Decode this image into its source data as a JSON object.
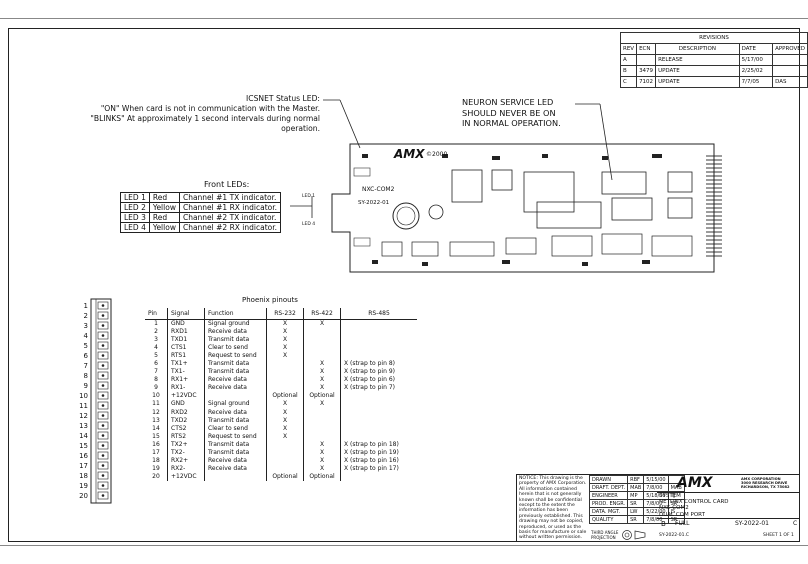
{
  "revisions": {
    "title": "REVISIONS",
    "headers": [
      "REV",
      "ECN",
      "DESCRIPTION",
      "DATE",
      "APPROVED"
    ],
    "rows": [
      [
        "A",
        "",
        "RELEASE",
        "5/17/00",
        ""
      ],
      [
        "B",
        "3479",
        "UPDATE",
        "2/25/02",
        ""
      ],
      [
        "C",
        "7102",
        "UPDATE",
        "7/7/05",
        "DAS"
      ]
    ]
  },
  "icsnet_note": {
    "title": "ICSNET Status LED:",
    "line1": "\"ON\" When card is not in communication with the Master.",
    "line2": "\"BLINKS\" At approximately 1 second intervals during normal operation."
  },
  "neuron_note": {
    "line1": "NEURON SERVICE LED",
    "line2": "SHOULD NEVER BE ON",
    "line3": "IN NORMAL OPERATION."
  },
  "front_leds": {
    "title": "Front LEDs:",
    "rows": [
      [
        "LED 1",
        "Red",
        "Channel #1 TX indicator."
      ],
      [
        "LED 2",
        "Yellow",
        "Channel #1 RX indicator."
      ],
      [
        "LED 3",
        "Red",
        "Channel #2 TX indicator."
      ],
      [
        "LED 4",
        "Yellow",
        "Channel #2 RX indicator."
      ]
    ]
  },
  "board": {
    "logo": "AMX",
    "copyright": "©2000",
    "label_nxc": "NXC-COM2",
    "label_sy": "SY-2022-01",
    "led1": "LED 1",
    "led4": "LED 4"
  },
  "connector": {
    "numbers": [
      "1",
      "2",
      "3",
      "4",
      "5",
      "6",
      "7",
      "8",
      "9",
      "10",
      "11",
      "12",
      "13",
      "14",
      "15",
      "16",
      "17",
      "18",
      "19",
      "20"
    ]
  },
  "phoenix": {
    "title": "Phoenix pinouts",
    "headers": [
      "Pin",
      "Signal",
      "Function",
      "RS-232",
      "RS-422",
      "RS-485"
    ],
    "rows": [
      [
        "1",
        "GND",
        "Signal ground",
        "X",
        "X",
        ""
      ],
      [
        "2",
        "RXD1",
        "Receive data",
        "X",
        "",
        ""
      ],
      [
        "3",
        "TXD1",
        "Transmit data",
        "X",
        "",
        ""
      ],
      [
        "4",
        "CTS1",
        "Clear to send",
        "X",
        "",
        ""
      ],
      [
        "5",
        "RTS1",
        "Request to send",
        "X",
        "",
        ""
      ],
      [
        "6",
        "TX1+",
        "Transmit data",
        "",
        "X",
        "X (strap to pin 8)"
      ],
      [
        "7",
        "TX1-",
        "Transmit data",
        "",
        "X",
        "X (strap to pin 9)"
      ],
      [
        "8",
        "RX1+",
        "Receive data",
        "",
        "X",
        "X (strap to pin 6)"
      ],
      [
        "9",
        "RX1-",
        "Receive data",
        "",
        "X",
        "X (strap to pin 7)"
      ],
      [
        "10",
        "+12VDC",
        "",
        "Optional",
        "Optional",
        ""
      ],
      [
        "11",
        "GND",
        "Signal ground",
        "X",
        "X",
        ""
      ],
      [
        "12",
        "RXD2",
        "Receive data",
        "X",
        "",
        ""
      ],
      [
        "13",
        "TXD2",
        "Transmit data",
        "X",
        "",
        ""
      ],
      [
        "14",
        "CTS2",
        "Clear to send",
        "X",
        "",
        ""
      ],
      [
        "15",
        "RTS2",
        "Request to send",
        "X",
        "",
        ""
      ],
      [
        "16",
        "TX2+",
        "Transmit data",
        "",
        "X",
        "X (strap to pin 18)"
      ],
      [
        "17",
        "TX2-",
        "Transmit data",
        "",
        "X",
        "X (strap to pin 19)"
      ],
      [
        "18",
        "RX2+",
        "Receive data",
        "",
        "X",
        "X (strap to pin 16)"
      ],
      [
        "19",
        "RX2-",
        "Receive data",
        "",
        "X",
        "X (strap to pin 17)"
      ],
      [
        "20",
        "+12VDC",
        "",
        "Optional",
        "Optional",
        ""
      ]
    ]
  },
  "title_block": {
    "notice": "NOTICE: This drawing is the property of AMX Corporation. All information contained herein that is not generally known shall be confidential except to the extent the information has been previously established. This drawing may not be copied, reproduced, or used as the basis for manufacture or sale without written permission.",
    "sign_rows": [
      [
        "DRAWN",
        "RBF",
        "5/15/00",
        ""
      ],
      [
        "DRAFT. DEPT.",
        "MAB",
        "7/8/00",
        "MAB"
      ],
      [
        "ENGINEER",
        "MP",
        "5/18/00",
        "TJ"
      ],
      [
        "PROD. ENGR.",
        "SR",
        "7/8/00",
        "SR"
      ],
      [
        "DATA. MGT.",
        "LW",
        "5/22/00",
        "JS"
      ],
      [
        "QUALITY",
        "SR",
        "7/8/00",
        "SR"
      ]
    ],
    "third_angle": "THIRD ANGLE PROJECTION",
    "company_logo": "AMX",
    "company_name": "AMX CORPORATION",
    "company_addr1": "3000 RESEARCH DRIVE",
    "company_addr2": "RICHARDSON, TX 75082",
    "title1": "SYSTEM",
    "title2": "NETLINX CONTROL CARD",
    "title3": "NXC-COM2",
    "title4": "DUAL COM PORT",
    "size": "B",
    "scale": "FULL",
    "dwg_no": "SY-2022-01",
    "rev": "C",
    "file": "SY-2022-01.C",
    "sheet": "SHEET 1 OF 1"
  }
}
